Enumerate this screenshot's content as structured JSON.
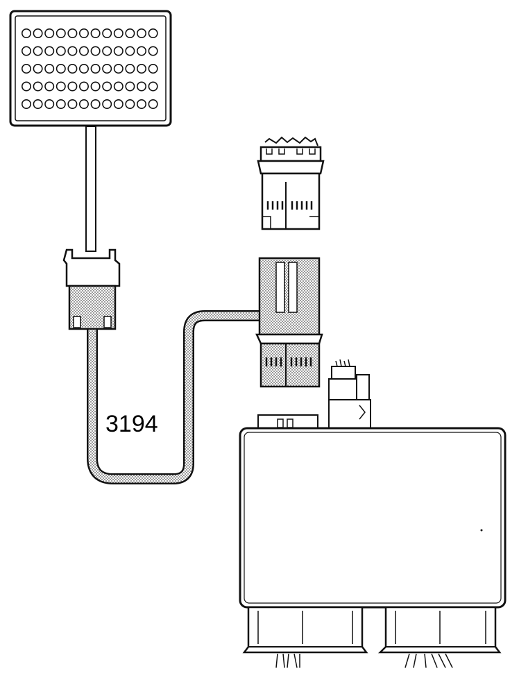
{
  "diagram": {
    "tool_label": "3194",
    "breakout_box": {
      "rows": 5,
      "pins_per_row": 12
    },
    "colors": {
      "line": "#111111",
      "shade": "#bdbdbd",
      "background": "#ffffff"
    }
  }
}
